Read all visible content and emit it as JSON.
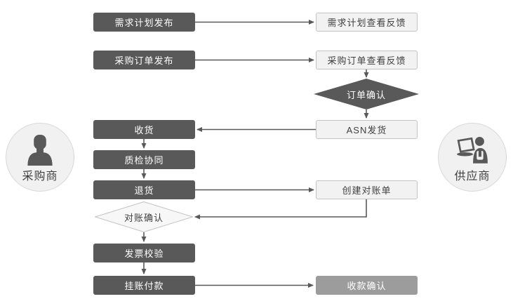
{
  "actors": {
    "buyer": "采购商",
    "supplier": "供应商"
  },
  "nodes": {
    "demand_plan_publish": "需求计划发布",
    "demand_plan_feedback": "需求计划查看反馈",
    "po_publish": "采购订单发布",
    "po_feedback": "采购订单查看反馈",
    "order_confirm": "订单确认",
    "asn_shipment": "ASN发货",
    "goods_receipt": "收货",
    "quality_collaboration": "质检协同",
    "goods_return": "退货",
    "create_reconciliation": "创建对账单",
    "reconciliation_confirm": "对账确认",
    "invoice_verification": "发票校验",
    "book_payment": "挂账付款",
    "receipt_confirm": "收款确认"
  },
  "colors": {
    "dark-node": "#595959",
    "light-node-bg": "#f2f2f2",
    "light-node-border": "#c3c3c3",
    "muted-node": "#9c9c9c",
    "line": "#595959",
    "circle-bg": "#f1f1f1",
    "circle-border": "#d8d8d8",
    "text-dark": "#3f3f3f",
    "text-light": "#ffffff"
  }
}
